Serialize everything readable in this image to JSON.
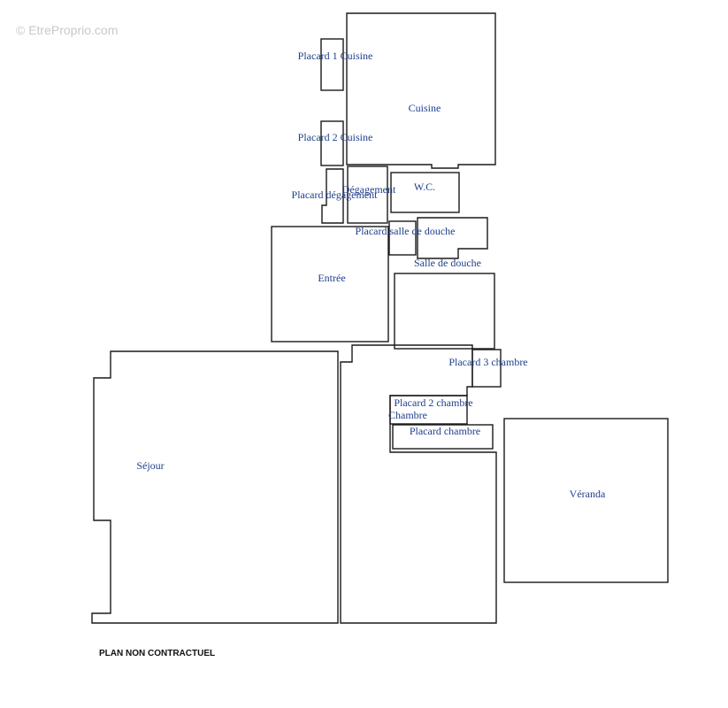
{
  "watermark": "© EtreProprio.com",
  "footer_note": "PLAN NON CONTRACTUEL",
  "label_color": "#1f3f8c",
  "rooms": {
    "cuisine": "Cuisine",
    "placard_1_cuisine": "Placard 1 Cuisine",
    "placard_2_cuisine": "Placard 2 Cuisine",
    "degagement": "Dégagement",
    "placard_degagement": "Placard dégagement",
    "wc": "W.C.",
    "placard_salle_de_douche": "Placard salle de douche",
    "salle_de_douche": "Salle de douche",
    "entree": "Entrée",
    "placard_3_chambre": "Placard 3 chambre",
    "placard_2_chambre": "Placard 2 chambre",
    "chambre": "Chambre",
    "placard_chambre": "Placard chambre",
    "sejour": "Séjour",
    "veranda": "Véranda"
  }
}
